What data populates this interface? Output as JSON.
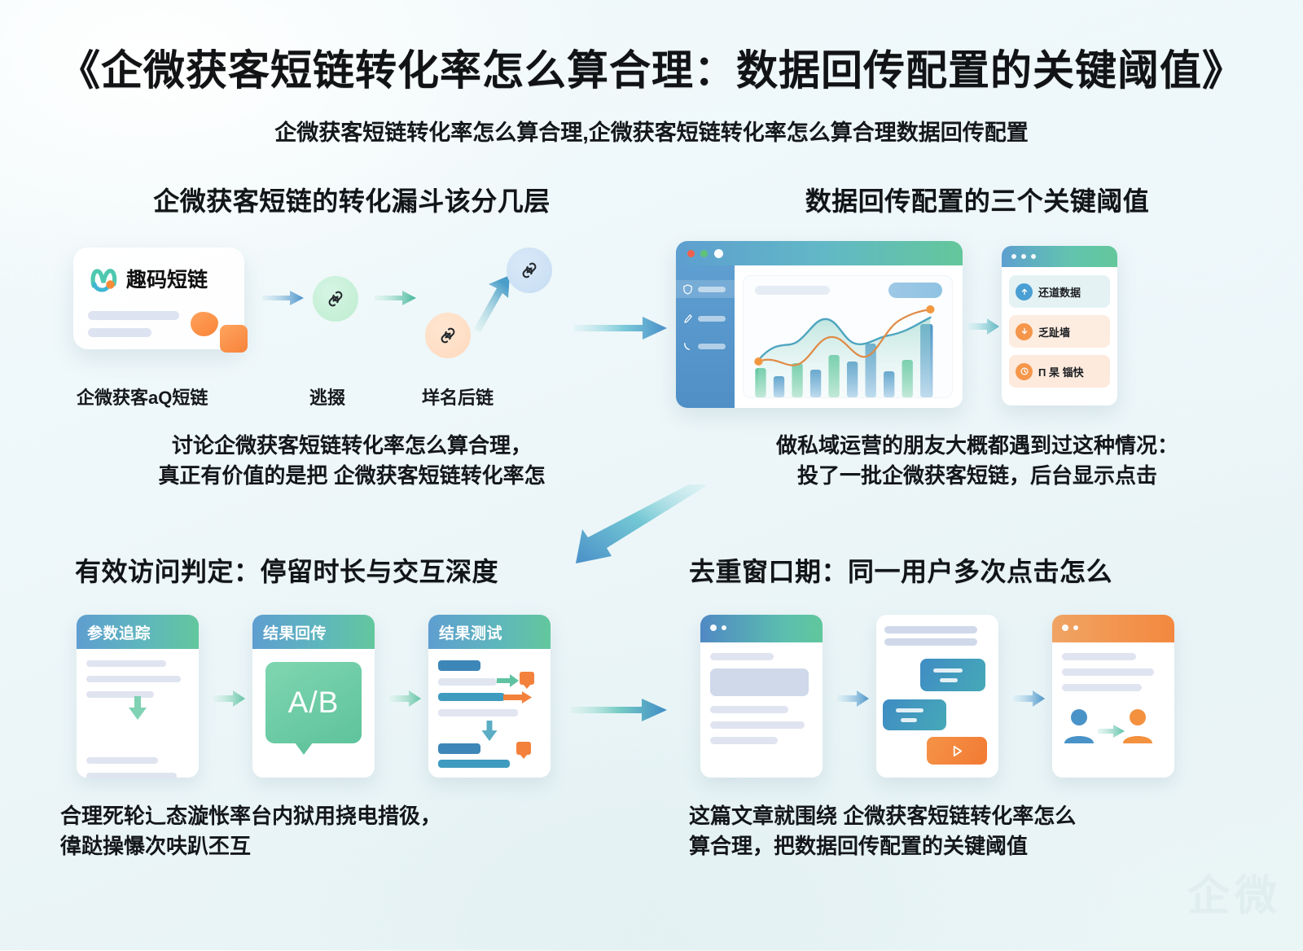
{
  "header": {
    "title": "《企微获客短链转化率怎么算合理：数据回传配置的关键阈值》",
    "subtitle": "企微获客短链转化率怎么算合理,企微获客短链转化率怎么算合理数据回传配置"
  },
  "watermark": "企微",
  "colors": {
    "background": "#eef7f9",
    "blue": "#4a8fc6",
    "teal": "#4fb3bd",
    "green": "#63c79b",
    "orange": "#f3833b",
    "text": "#121517"
  },
  "panels": {
    "top_left": {
      "heading": "企微获客短链的转化漏斗该分几层",
      "brand": {
        "name": "趣码短链",
        "logo": "m-letter-logo"
      },
      "funnel_labels": [
        "企微获客aQ短链",
        "逃掇",
        "垟名后链"
      ],
      "body_lines": [
        "讨论企微获客短链转化率怎么算合理，",
        "真正有价值的是把 企微获客短链转化率怎"
      ]
    },
    "top_right": {
      "heading": "数据回传配置的三个关键阈值",
      "dashboard": {
        "window_dots": [
          "red",
          "green",
          "white"
        ],
        "sidebar_items": [
          "shield-icon",
          "pen-icon",
          "spark-icon"
        ],
        "chart": "line-and-bar-analytics"
      },
      "threshold_list": [
        {
          "icon": "upload-icon",
          "label": "还道数据",
          "tone": "blue"
        },
        {
          "icon": "download-icon",
          "label": "乏趾墙",
          "tone": "orange"
        },
        {
          "icon": "clock-icon",
          "label": "П 杲 锱快",
          "tone": "orange"
        }
      ],
      "body_lines": [
        "做私域运营的朋友大概都遇到过这种情况：",
        "投了一批企微获客短链，后台显示点击"
      ]
    },
    "bottom_left": {
      "heading": "有效访问判定：停留时长与交互深度",
      "step_cards": [
        {
          "title": "参数追踪",
          "content": "text-lines-with-down-arrow"
        },
        {
          "title": "结果回传",
          "content": "A/B"
        },
        {
          "title": "结果测试",
          "content": "chips-and-arrows"
        }
      ],
      "body_lines": [
        "合理死轮辶态漩怅率台内狱用挠电措彶，",
        "徫跶操懪次呋趴丕互"
      ]
    },
    "bottom_right": {
      "heading": "去重窗口期：同一用户多次点击怎么",
      "flow_cards": [
        "document-panel",
        "chat-bubbles-panel",
        "user-handoff-panel"
      ],
      "body_lines": [
        "这篇文章就围绕 企微获客短链转化率怎么",
        "算合理，把数据回传配置的关键阈值"
      ]
    }
  },
  "chart_data": {
    "type": "line",
    "title": "",
    "series": [
      {
        "name": "bars",
        "values": [
          22,
          14,
          30,
          24,
          40,
          33,
          55,
          26,
          34,
          78
        ]
      },
      {
        "name": "area-line",
        "values": [
          30,
          44,
          40,
          70,
          72,
          52,
          50,
          62,
          58,
          84
        ]
      },
      {
        "name": "orange-line",
        "values": [
          34,
          30,
          26,
          40,
          52,
          40,
          36,
          74,
          80,
          92
        ]
      }
    ],
    "ylim": [
      0,
      100
    ],
    "grid": false,
    "legend": "none"
  }
}
